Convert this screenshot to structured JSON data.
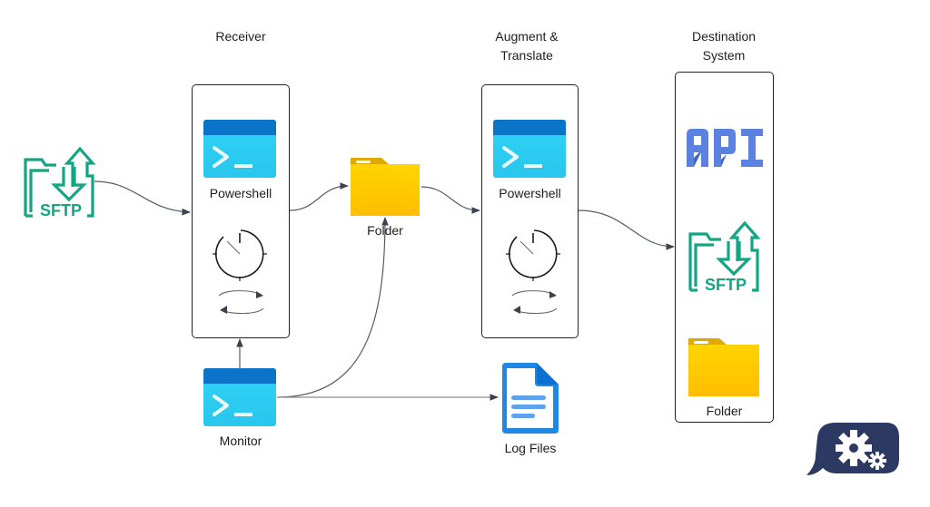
{
  "diagram": {
    "stages": {
      "receiver": {
        "title": "Receiver"
      },
      "augment": {
        "title_line1": "Augment &",
        "title_line2": "Translate"
      },
      "destination": {
        "title_line1": "Destination",
        "title_line2": "System"
      }
    },
    "nodes": {
      "source_sftp": {
        "icon": "sftp-icon",
        "text": "SFTP"
      },
      "receiver_powershell": {
        "icon": "powershell-icon",
        "label": "Powershell"
      },
      "receiver_timer": {
        "icon": "timer-icon"
      },
      "receiver_cycle": {
        "icon": "cycle-icon"
      },
      "folder_mid": {
        "icon": "folder-icon",
        "label": "Folder"
      },
      "augment_powershell": {
        "icon": "powershell-icon",
        "label": "Powershell"
      },
      "augment_timer": {
        "icon": "timer-icon"
      },
      "augment_cycle": {
        "icon": "cycle-icon"
      },
      "monitor": {
        "icon": "powershell-icon",
        "label": "Monitor"
      },
      "log_files": {
        "icon": "document-icon",
        "label": "Log Files"
      },
      "dest_api": {
        "icon": "api-icon",
        "text": "API"
      },
      "dest_sftp": {
        "icon": "sftp-icon",
        "text": "SFTP"
      },
      "dest_folder": {
        "icon": "folder-icon",
        "label": "Folder"
      }
    },
    "edges": [
      {
        "from": "source_sftp",
        "to": "receiver"
      },
      {
        "from": "receiver",
        "to": "folder_mid"
      },
      {
        "from": "folder_mid",
        "to": "augment"
      },
      {
        "from": "augment",
        "to": "destination"
      },
      {
        "from": "monitor",
        "to": "receiver"
      },
      {
        "from": "monitor",
        "to": "folder_mid"
      },
      {
        "from": "monitor",
        "to": "log_files"
      }
    ],
    "logo": {
      "icon": "chat-gears-icon"
    }
  },
  "colors": {
    "sftp_green": "#13a584",
    "powershell_top": "#0b74c9",
    "powershell_body": "#2fd3f5",
    "folder_yellow": "#ffc800",
    "folder_tab": "#e0a800",
    "api_blue": "#5b82e0",
    "doc_blue": "#1f88e5",
    "logo_navy": "#2c3a63",
    "edge": "#555b66"
  }
}
